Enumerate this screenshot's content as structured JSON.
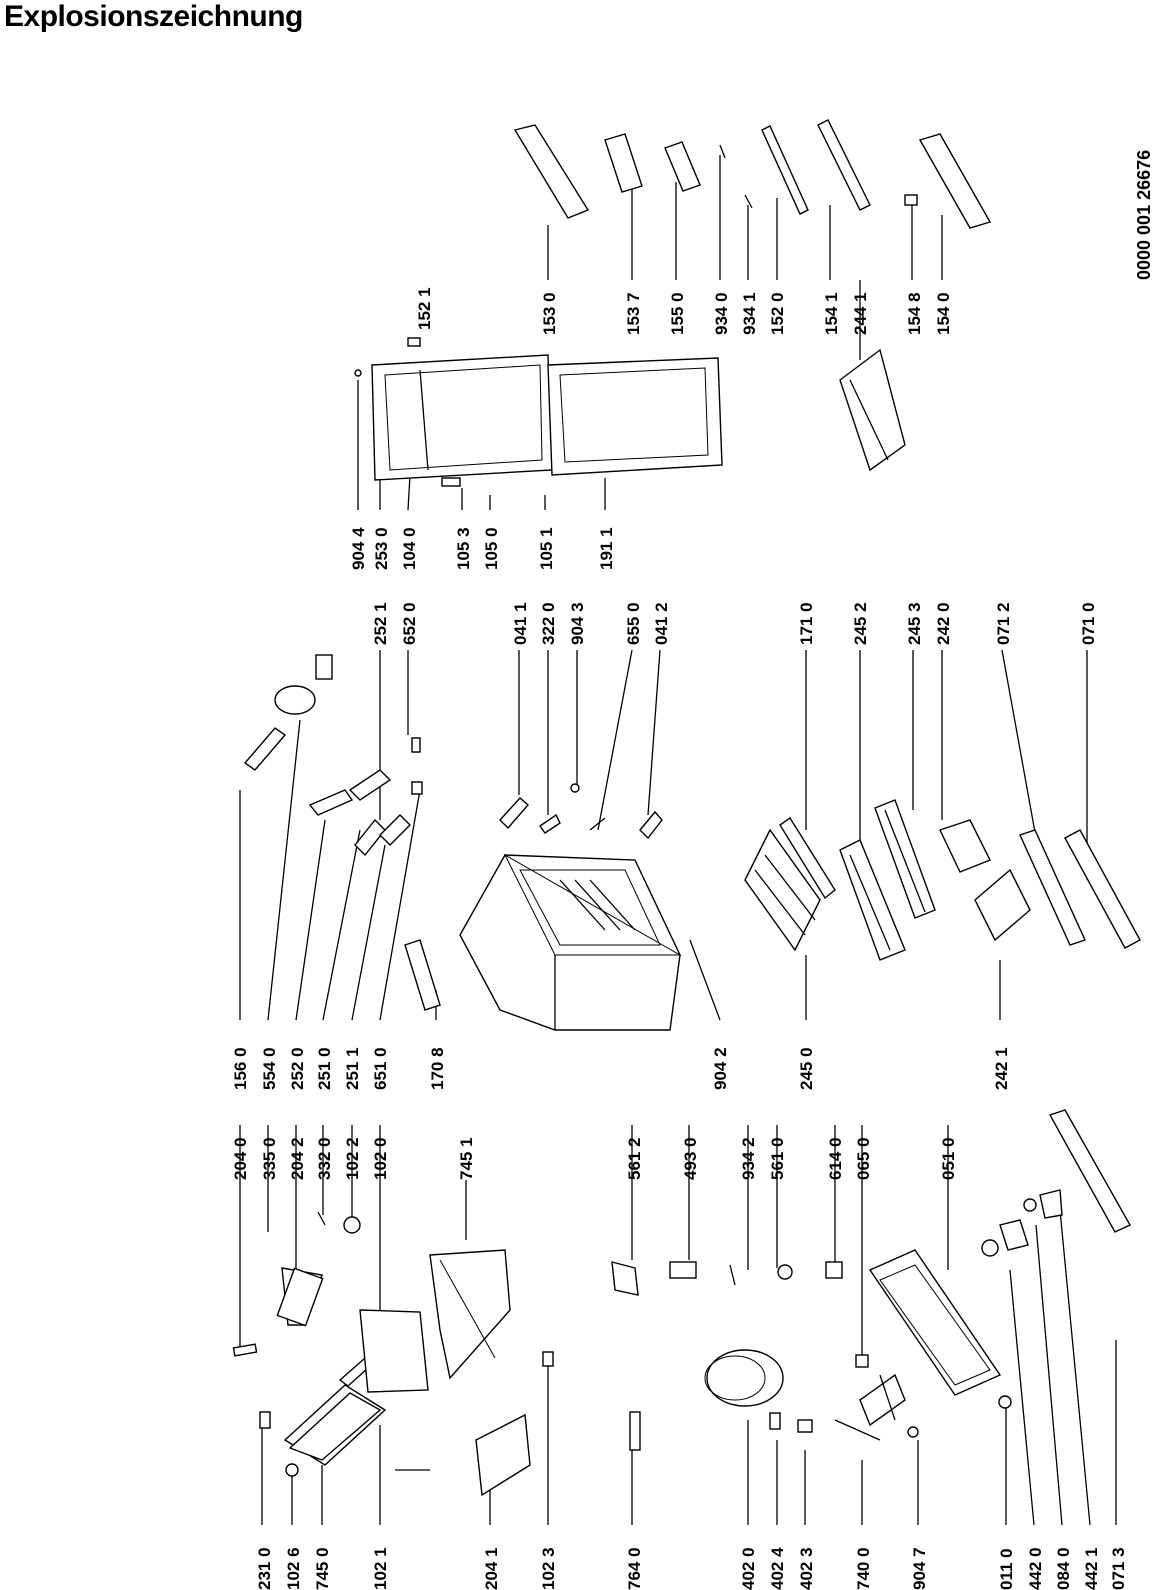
{
  "title": "Explosionszeichnung",
  "document_number": "0000 001 26676",
  "columns": [
    {
      "name": "left",
      "labels": [
        "231 0",
        "102 6",
        "745 0",
        "102 1",
        "204 1",
        "102 3",
        "764 0",
        "402 0",
        "402 4",
        "402 3",
        "740 0",
        "904 7",
        "011 0",
        "442 0",
        "084 0",
        "442 1",
        "071 3"
      ]
    },
    {
      "name": "left-center",
      "labels": [
        "204 0",
        "335 0",
        "204 2",
        "332 0",
        "102 2",
        "102 0",
        "745 1",
        "561 2",
        "493 0",
        "934 2",
        "561 0",
        "614 0",
        "065 0",
        "051 0"
      ]
    },
    {
      "name": "center",
      "labels": [
        "156 0",
        "554 0",
        "252 0",
        "251 0",
        "251 1",
        "651 0",
        "170 8",
        "904 2",
        "245 0",
        "242 1"
      ]
    },
    {
      "name": "right-center",
      "labels": [
        "252 1",
        "652 0",
        "041 1",
        "322 0",
        "904 3",
        "655 0",
        "041 2",
        "171 0",
        "245 2",
        "245 3",
        "242 0",
        "071 2",
        "071 0"
      ]
    },
    {
      "name": "door",
      "labels": [
        "904 4",
        "253 0",
        "104 0",
        "105 3",
        "105 0",
        "105 1",
        "191 1",
        "152 1"
      ]
    },
    {
      "name": "right",
      "labels": [
        "153 0",
        "153 7",
        "155 0",
        "934 0",
        "934 1",
        "152 0",
        "154 1",
        "244 1",
        "154 8",
        "154 0"
      ]
    }
  ]
}
